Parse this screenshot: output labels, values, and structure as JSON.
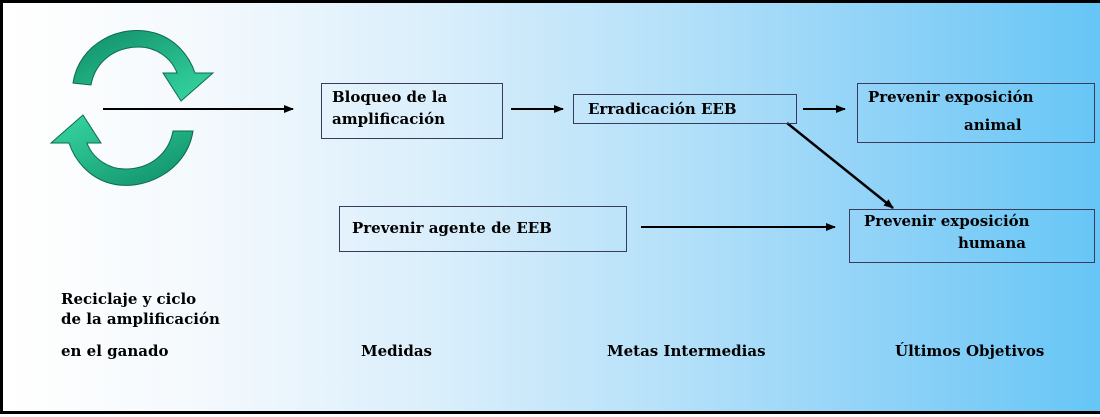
{
  "boxes": {
    "bloqueo": {
      "line1": "Bloqueo de la",
      "line2": "amplificación"
    },
    "erradicacion": {
      "text": "Erradicación EEB"
    },
    "prevenir_animal": {
      "line1": "Prevenir exposición",
      "line2": "animal"
    },
    "prevenir_agente": {
      "text": "Prevenir agente de EEB"
    },
    "prevenir_humana": {
      "line1": "Prevenir exposición",
      "line2": "humana"
    }
  },
  "captions": {
    "reciclaje": {
      "line1": "Reciclaje y ciclo",
      "line2": "de la amplificación",
      "line3": "en  el ganado"
    },
    "medidas": "Medidas",
    "metas": "Metas Intermedias",
    "objetivos": "Últimos Objetivos"
  },
  "colors": {
    "cycle_arrow_light": "#2fcf9a",
    "cycle_arrow_dark": "#0f8c66",
    "box_border": "#3a3a5a",
    "background_left": "#ffffff",
    "background_right": "#66c6f6"
  },
  "icons": {
    "cycle": "recycle-circular-arrows-icon"
  }
}
